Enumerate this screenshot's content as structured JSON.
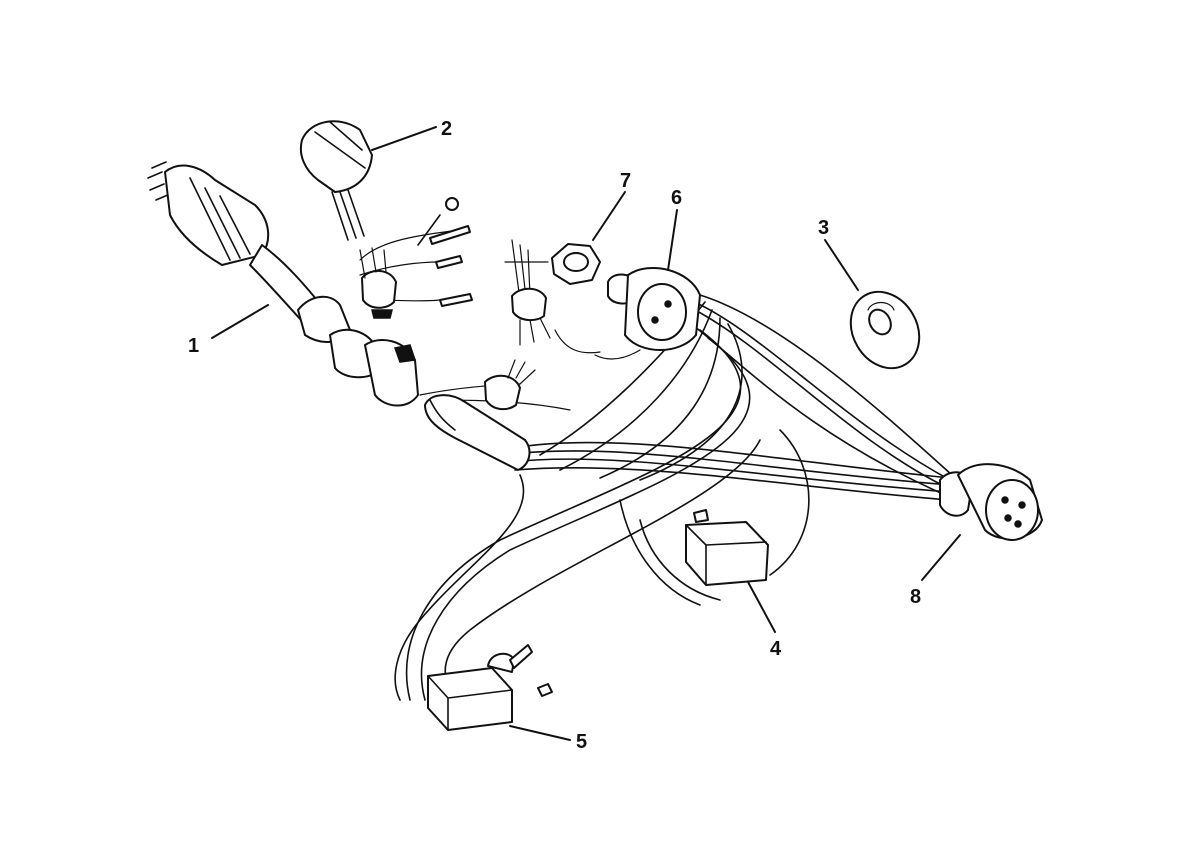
{
  "figure": {
    "callouts": [
      {
        "id": "1",
        "label": "1"
      },
      {
        "id": "2",
        "label": "2"
      },
      {
        "id": "3",
        "label": "3"
      },
      {
        "id": "4",
        "label": "4"
      },
      {
        "id": "5",
        "label": "5"
      },
      {
        "id": "6",
        "label": "6"
      },
      {
        "id": "7",
        "label": "7"
      },
      {
        "id": "8",
        "label": "8"
      }
    ]
  },
  "colors": {
    "line": "#111111",
    "background": "#ffffff"
  }
}
